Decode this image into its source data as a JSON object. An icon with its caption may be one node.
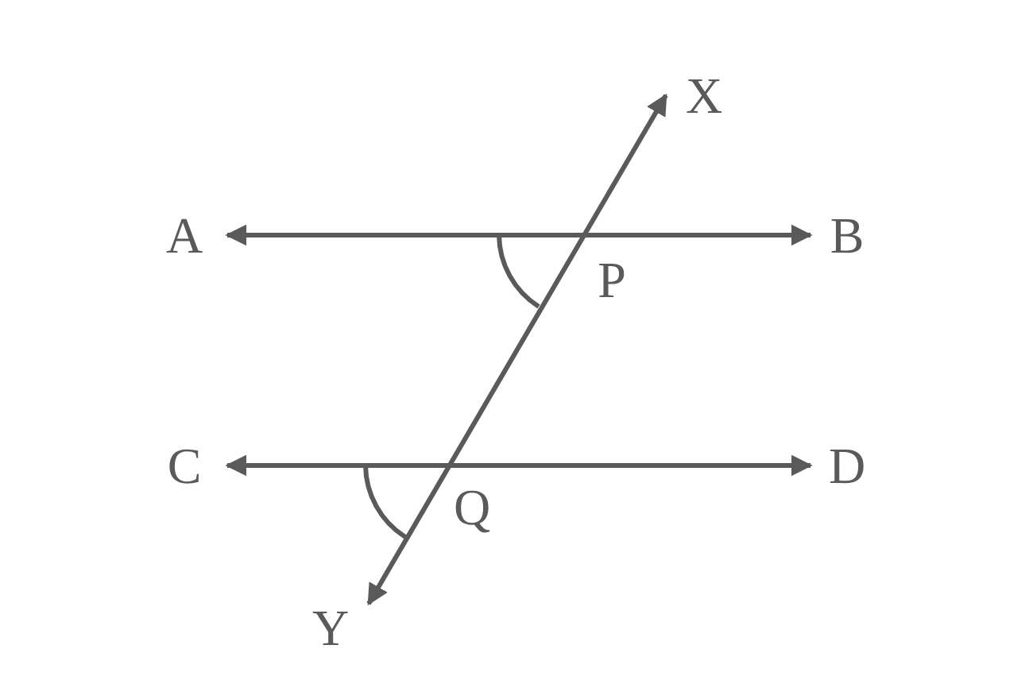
{
  "diagram": {
    "nodes": [
      {
        "text": [
          "A"
        ]
      },
      {
        "text": [
          "B"
        ]
      },
      {
        "text": [
          "C"
        ]
      },
      {
        "text": [
          "D"
        ]
      },
      {
        "text": [
          "X"
        ]
      },
      {
        "text": [
          "Y"
        ]
      }
    ],
    "edges": [
      {
        "from": 0,
        "to": 1,
        "arrow": "both"
      },
      {
        "from": 2,
        "to": 3,
        "arrow": "both"
      },
      {
        "from": 5,
        "to": 4,
        "arrow": "both"
      }
    ],
    "labels": [
      "P",
      "Q"
    ]
  }
}
